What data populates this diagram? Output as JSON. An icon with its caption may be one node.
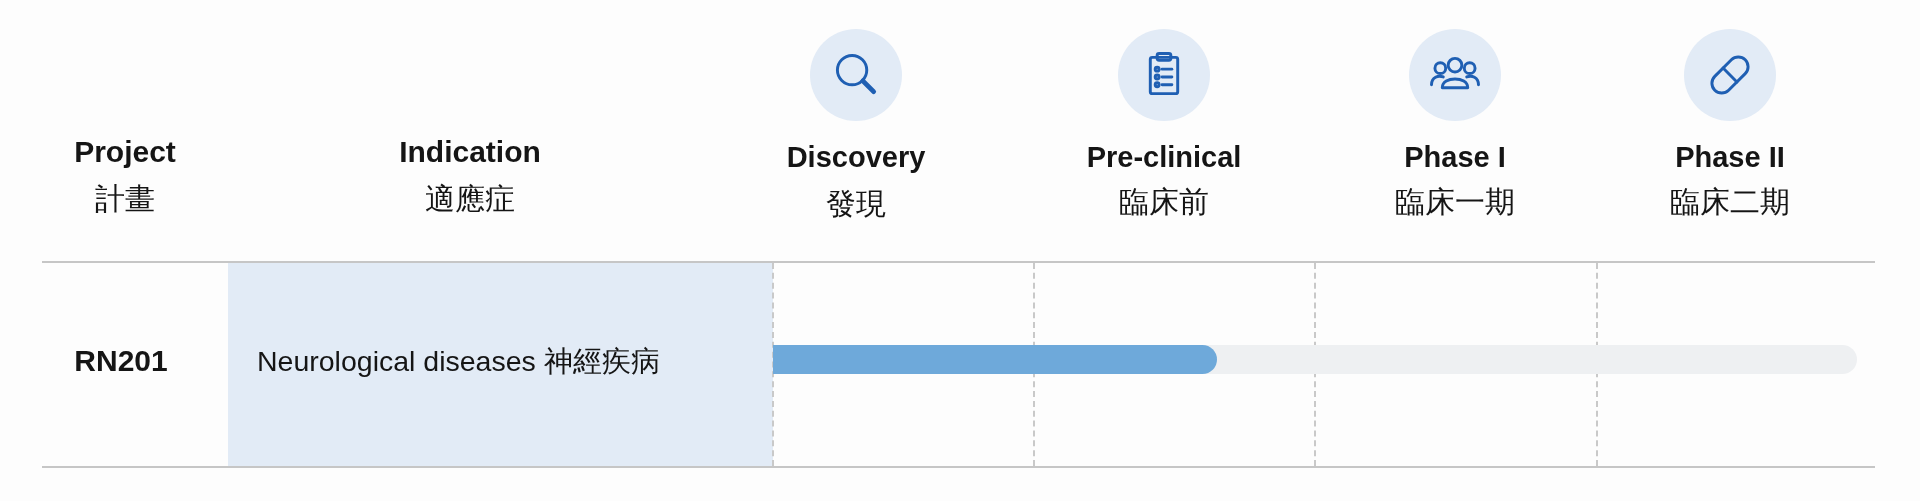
{
  "diagram": {
    "labels": [
      "Project",
      "計畫",
      "Indication",
      "適應症",
      "Discovery",
      "發現",
      "Pre-clinical",
      "臨床前",
      "Phase I",
      "臨床一期",
      "Phase II",
      "臨床二期",
      "RN201",
      "Neurological diseases 神經疾病"
    ]
  }
}
